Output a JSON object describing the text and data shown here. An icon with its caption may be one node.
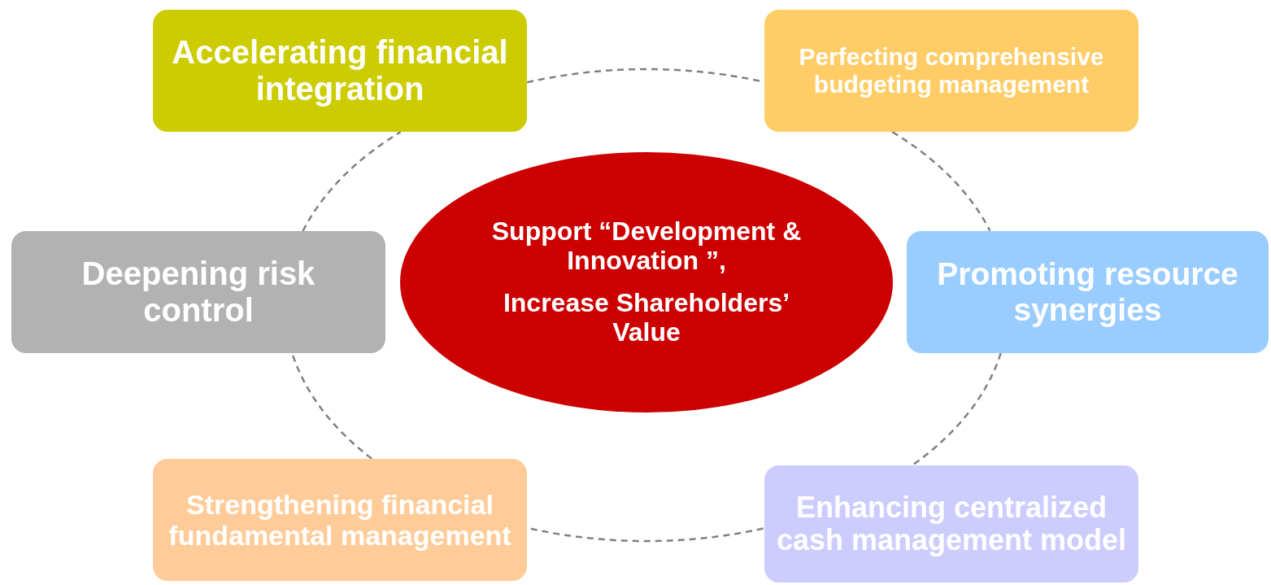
{
  "diagram": {
    "nodes": [
      {
        "text": [
          "Accelerating financial integration"
        ]
      },
      {
        "text": [
          "Perfecting comprehensive budgeting management"
        ]
      },
      {
        "text": [
          "Deepening risk control"
        ]
      },
      {
        "text": [
          "Support “Development & Innovation ”,",
          "Increase Shareholders’ Value"
        ]
      },
      {
        "text": [
          "Promoting resource synergies"
        ]
      },
      {
        "text": [
          "Strengthening financial fundamental management"
        ]
      },
      {
        "text": [
          "Enhancing centralized cash management model"
        ]
      }
    ],
    "edges": [
      {
        "from": 0,
        "to": 1,
        "arrow": "none",
        "style": "dashed"
      },
      {
        "from": 1,
        "to": 4,
        "arrow": "none",
        "style": "dashed"
      },
      {
        "from": 4,
        "to": 6,
        "arrow": "none",
        "style": "dashed"
      },
      {
        "from": 6,
        "to": 5,
        "arrow": "none",
        "style": "dashed"
      },
      {
        "from": 5,
        "to": 2,
        "arrow": "none",
        "style": "dashed"
      },
      {
        "from": 2,
        "to": 0,
        "arrow": "none",
        "style": "dashed"
      }
    ]
  }
}
